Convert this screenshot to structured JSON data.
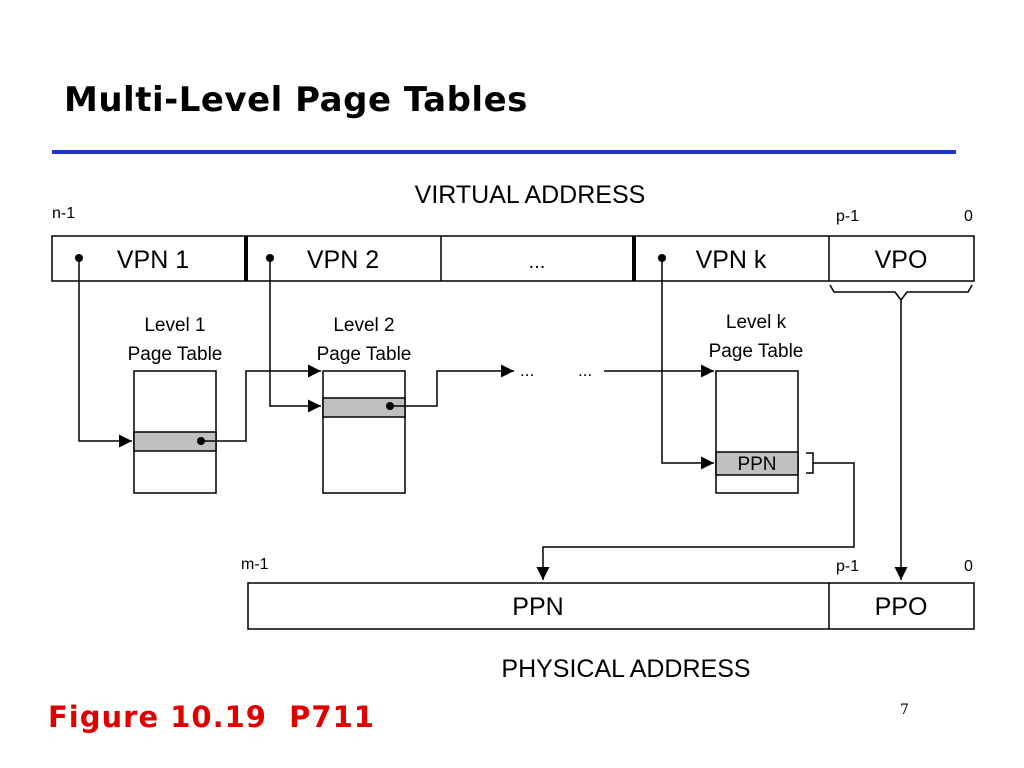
{
  "slide": {
    "title": "Multi-Level Page Tables",
    "figure_caption": "Figure 10.19  P711",
    "slide_number": "7",
    "colors": {
      "title_rule": "#2233cc",
      "caption": "#e00000",
      "table_entry_fill": "#c0c0c0"
    }
  },
  "diagram": {
    "virtual_address": {
      "heading": "VIRTUAL ADDRESS",
      "bit_high": "n-1",
      "bit_p": "p-1",
      "bit_low": "0",
      "fields": [
        "VPN 1",
        "VPN 2",
        "...",
        "VPN k",
        "VPO"
      ]
    },
    "page_tables": [
      {
        "line1": "Level 1",
        "line2": "Page Table"
      },
      {
        "line1": "Level 2",
        "line2": "Page Table"
      },
      {
        "line1": "Level k",
        "line2": "Page Table"
      }
    ],
    "ellipsis_between_tables": [
      "...",
      "..."
    ],
    "ppn_entry": "PPN",
    "physical_address": {
      "heading": "PHYSICAL ADDRESS",
      "bit_high": "m-1",
      "bit_p": "p-1",
      "bit_low": "0",
      "fields": [
        "PPN",
        "PPO"
      ]
    }
  }
}
